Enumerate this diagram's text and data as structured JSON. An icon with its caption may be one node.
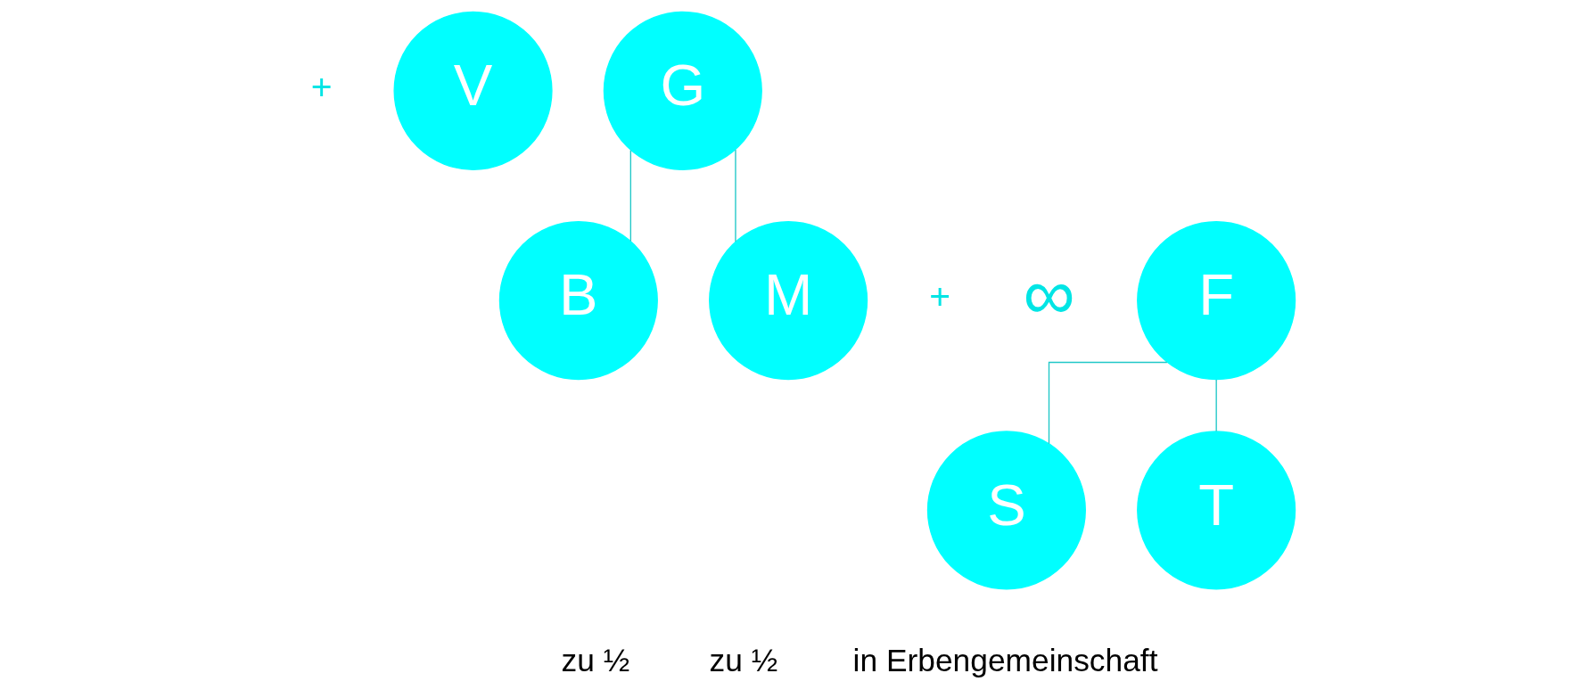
{
  "diagram": {
    "nodes": [
      {
        "text": [
          "V"
        ]
      },
      {
        "text": [
          "G"
        ]
      },
      {
        "text": [
          "B"
        ]
      },
      {
        "text": [
          "M"
        ]
      },
      {
        "text": [
          "F"
        ]
      },
      {
        "text": [
          "S"
        ]
      },
      {
        "text": [
          "T"
        ]
      }
    ],
    "edges": [
      {
        "from": 1,
        "to": 2,
        "arrow": "none"
      },
      {
        "from": 1,
        "to": 3,
        "arrow": "none"
      },
      {
        "from": 4,
        "to": 5,
        "arrow": "none"
      },
      {
        "from": 4,
        "to": 6,
        "arrow": "none"
      }
    ],
    "labels": [
      "+",
      "+",
      "∞",
      "zu ½",
      "zu ½",
      "in Erbengemeinschaft"
    ]
  }
}
